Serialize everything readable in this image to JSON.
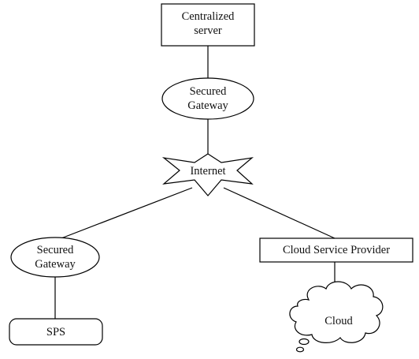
{
  "nodes": {
    "centralized_server": {
      "line1": "Centralized",
      "line2": "server"
    },
    "top_gateway": {
      "line1": "Secured",
      "line2": "Gateway"
    },
    "internet": {
      "label": "Internet"
    },
    "left_gateway": {
      "line1": "Secured",
      "line2": "Gateway"
    },
    "cloud_service_provider": {
      "label": "Cloud Service Provider"
    },
    "sps": {
      "label": "SPS"
    },
    "cloud": {
      "label": "Cloud"
    }
  },
  "colors": {
    "stroke": "#000000",
    "fill": "#ffffff",
    "text": "#111111"
  }
}
